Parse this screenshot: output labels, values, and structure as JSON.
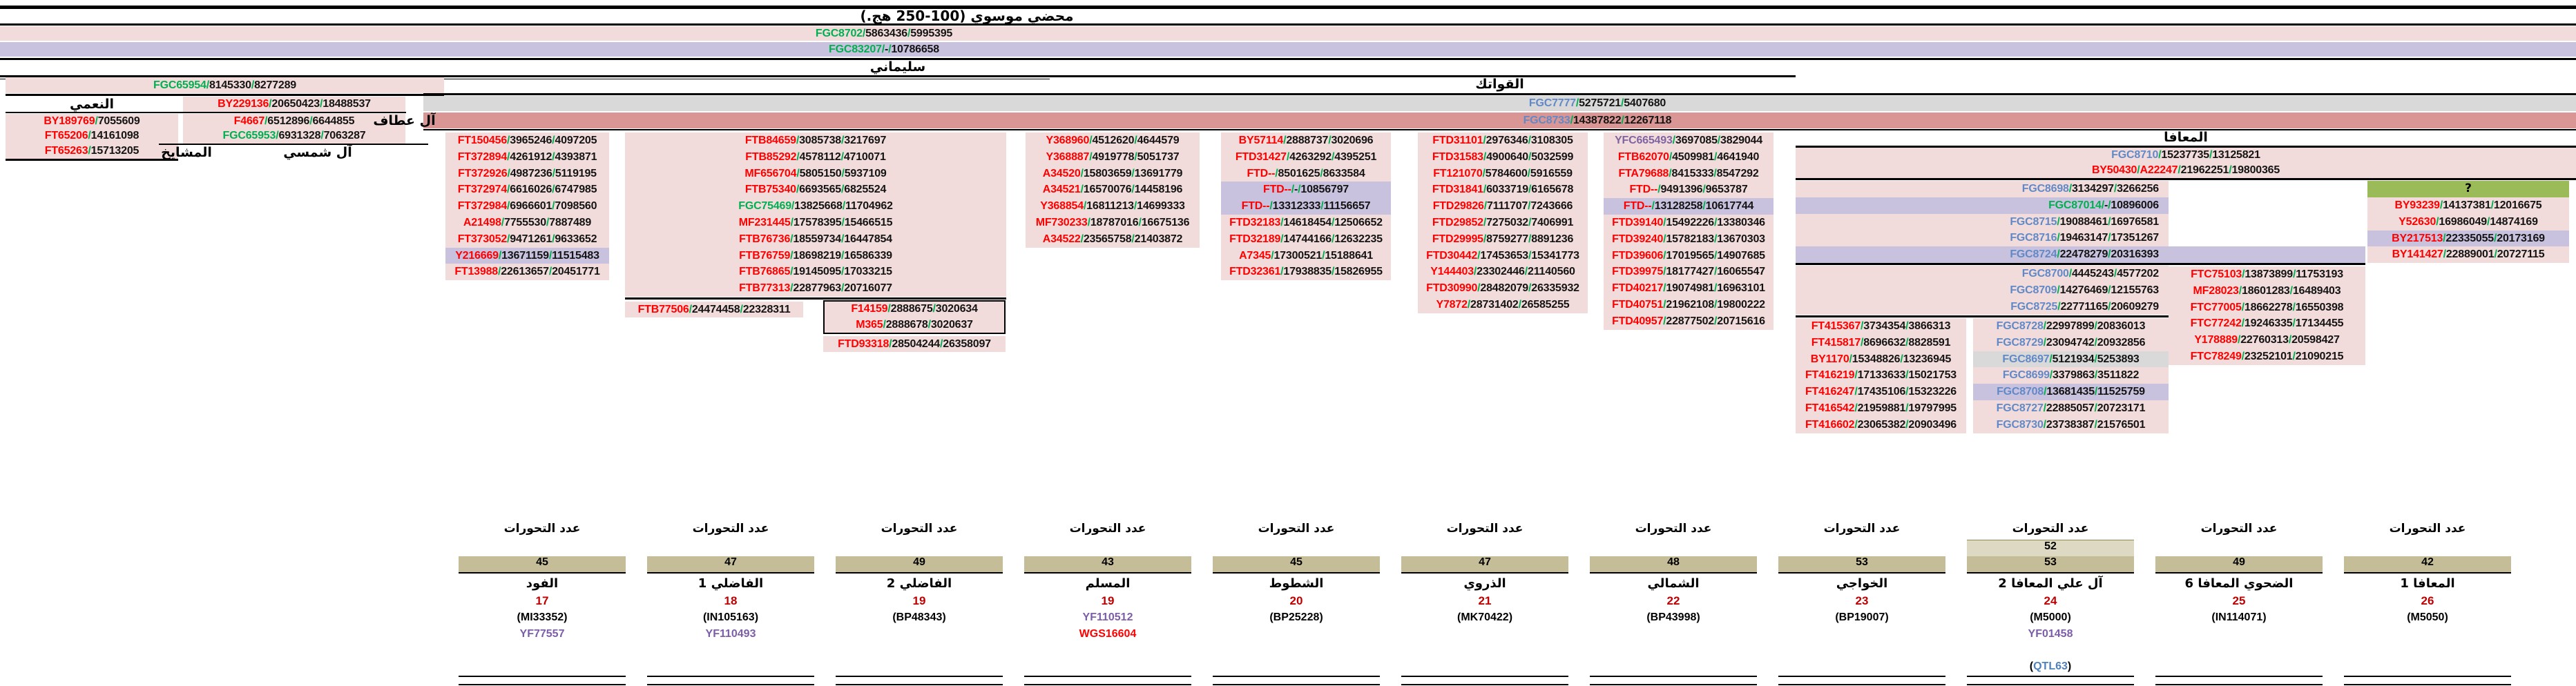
{
  "title": "محضي موسوي (100-250 هج.)",
  "question_mark": "?",
  "clades": {
    "sulaymani": "سليماني",
    "qawatik": "القواتك",
    "maafa_header": "المعافا",
    "naami": "النعمي",
    "al_attaf": "آل عطاف",
    "al_shamsi": "آل شمسي",
    "al_mashayikh": "المشايخ"
  },
  "top_rows": [
    {
      "n": "FGC8702",
      "c": "g",
      "v": [
        "5863436",
        "5995395"
      ]
    },
    {
      "n": "FGC83207",
      "c": "g",
      "v": [
        "-",
        "10786658"
      ]
    }
  ],
  "qawatik_rows": [
    {
      "n": "FGC7777",
      "c": "b",
      "v": [
        "5275721",
        "5407680"
      ]
    },
    {
      "n": "FGC8733",
      "c": "b",
      "v": [
        "14387822",
        "12267118"
      ]
    }
  ],
  "left_block": {
    "fgc65954": {
      "n": "FGC65954",
      "c": "g",
      "v": [
        "8145330",
        "8277289"
      ]
    },
    "by229136": {
      "n": "BY229136",
      "c": "r",
      "v": [
        "20650423",
        "18488537"
      ]
    },
    "naami_list": [
      {
        "n": "BY189769",
        "c": "r",
        "v": [
          "7055609"
        ]
      },
      {
        "n": "FT65206",
        "c": "r",
        "v": [
          "14161098"
        ]
      },
      {
        "n": "FT65263",
        "c": "r",
        "v": [
          "15713205"
        ]
      }
    ],
    "mid_list": [
      {
        "n": "F4667",
        "c": "r",
        "v": [
          "6512896",
          "6644855"
        ]
      },
      {
        "n": "FGC65953",
        "c": "g",
        "v": [
          "6931328",
          "7063287"
        ]
      }
    ]
  },
  "columns": {
    "colA": [
      {
        "n": "FT150456",
        "v": [
          "3965246",
          "4097205"
        ]
      },
      {
        "n": "FT372894",
        "v": [
          "4261912",
          "4393871"
        ]
      },
      {
        "n": "FT372926",
        "v": [
          "4987236",
          "5119195"
        ]
      },
      {
        "n": "FT372974",
        "v": [
          "6616026",
          "6747985"
        ]
      },
      {
        "n": "FT372984",
        "v": [
          "6966601",
          "7098560"
        ]
      },
      {
        "n": "A21498",
        "v": [
          "7755530",
          "7887489"
        ]
      },
      {
        "n": "FT373052",
        "v": [
          "9471261",
          "9633652"
        ]
      },
      {
        "n": "Y216669",
        "v": [
          "13671159",
          "11515483"
        ],
        "bg": "lv"
      },
      {
        "n": "FT13988",
        "v": [
          "22613657",
          "20451771"
        ]
      }
    ],
    "colB": [
      {
        "n": "FTB84659",
        "v": [
          "3085738",
          "3217697"
        ]
      },
      {
        "n": "FTB85292",
        "v": [
          "4578112",
          "4710071"
        ]
      },
      {
        "n": "MF656704",
        "v": [
          "5805150",
          "5937109"
        ]
      },
      {
        "n": "FTB75340",
        "v": [
          "6693565",
          "6825524"
        ]
      },
      {
        "n": "FGC75469",
        "c": "g",
        "v": [
          "13825668",
          "11704962"
        ]
      },
      {
        "n": "MF231445",
        "v": [
          "17578395",
          "15466515"
        ]
      },
      {
        "n": "FTB76736",
        "v": [
          "18559734",
          "16447854"
        ]
      },
      {
        "n": "FTB76759",
        "v": [
          "18698219",
          "16586339"
        ]
      },
      {
        "n": "FTB76865",
        "v": [
          "19145095",
          "17033215"
        ]
      },
      {
        "n": "FTB77313",
        "v": [
          "22877963",
          "20716077"
        ]
      }
    ],
    "ftb77506": {
      "n": "FTB77506",
      "v": [
        "24474458",
        "22328311"
      ]
    },
    "colB_box": [
      {
        "n": "F14159",
        "v": [
          "2888675",
          "3020634"
        ]
      },
      {
        "n": "M365",
        "v": [
          "2888678",
          "3020637"
        ]
      }
    ],
    "ftd93318": {
      "n": "FTD93318",
      "v": [
        "28504244",
        "26358097"
      ]
    },
    "colD": [
      {
        "n": "Y368960",
        "v": [
          "4512620",
          "4644579"
        ]
      },
      {
        "n": "Y368887",
        "v": [
          "4919778",
          "5051737"
        ]
      },
      {
        "n": "A34520",
        "v": [
          "15803659",
          "13691779"
        ]
      },
      {
        "n": "A34521",
        "v": [
          "16570076",
          "14458196"
        ]
      },
      {
        "n": "Y368854",
        "v": [
          "16811213",
          "14699333"
        ]
      },
      {
        "n": "MF730233",
        "v": [
          "18787016",
          "16675136"
        ]
      },
      {
        "n": "A34522",
        "v": [
          "23565758",
          "21403872"
        ]
      }
    ],
    "colE": [
      {
        "n": "BY57114",
        "v": [
          "2888737",
          "3020696"
        ]
      },
      {
        "n": "FTD31427",
        "v": [
          "4263292",
          "4395251"
        ]
      },
      {
        "n": "FTD--",
        "v": [
          "8501625",
          "8633584"
        ]
      },
      {
        "n": "FTD--",
        "v": [
          "-",
          "10856797"
        ],
        "bg": "lv"
      },
      {
        "n": "FTD--",
        "v": [
          "13312333",
          "11156657"
        ],
        "bg": "lv"
      },
      {
        "n": "FTD32183",
        "v": [
          "14618454",
          "12506652"
        ]
      },
      {
        "n": "FTD32189",
        "v": [
          "14744166",
          "12632235"
        ]
      },
      {
        "n": "A7345",
        "v": [
          "17300521",
          "15188641"
        ]
      },
      {
        "n": "FTD32361",
        "v": [
          "17938835",
          "15826955"
        ]
      }
    ],
    "colF": [
      {
        "n": "FTD31101",
        "v": [
          "2976346",
          "3108305"
        ]
      },
      {
        "n": "FTD31583",
        "v": [
          "4900640",
          "5032599"
        ]
      },
      {
        "n": "FT121070",
        "v": [
          "5784600",
          "5916559"
        ]
      },
      {
        "n": "FTD31841",
        "v": [
          "6033719",
          "6165678"
        ]
      },
      {
        "n": "FTD29826",
        "v": [
          "7111707",
          "7243666"
        ]
      },
      {
        "n": "FTD29852",
        "v": [
          "7275032",
          "7406991"
        ]
      },
      {
        "n": "FTD29995",
        "v": [
          "8759277",
          "8891236"
        ]
      },
      {
        "n": "FTD30442",
        "v": [
          "17453653",
          "15341773"
        ]
      },
      {
        "n": "Y144403",
        "v": [
          "23302446",
          "21140560"
        ]
      },
      {
        "n": "FTD30990",
        "v": [
          "28482079",
          "26335932"
        ]
      },
      {
        "n": "Y7872",
        "v": [
          "28731402",
          "26585255"
        ]
      }
    ],
    "colG": [
      {
        "n": "YFC665493",
        "c": "p",
        "v": [
          "3697085",
          "3829044"
        ]
      },
      {
        "n": "FTB62070",
        "v": [
          "4509981",
          "4641940"
        ]
      },
      {
        "n": "FTA79688",
        "v": [
          "8415333",
          "8547292"
        ]
      },
      {
        "n": "FTD--",
        "v": [
          "9491396",
          "9653787"
        ]
      },
      {
        "n": "FTD--",
        "v": [
          "13128258",
          "10617744"
        ],
        "bg": "lv"
      },
      {
        "n": "FTD39140",
        "v": [
          "15492226",
          "13380346"
        ]
      },
      {
        "n": "FTD39240",
        "v": [
          "15782183",
          "13670303"
        ]
      },
      {
        "n": "FTD39606",
        "v": [
          "17019565",
          "14907685"
        ]
      },
      {
        "n": "FTD39975",
        "v": [
          "18177427",
          "16065547"
        ]
      },
      {
        "n": "FTD40217",
        "v": [
          "19074981",
          "16963101"
        ]
      },
      {
        "n": "FTD40751",
        "v": [
          "21962108",
          "19800222"
        ]
      },
      {
        "n": "FTD40957",
        "v": [
          "22877502",
          "20715616"
        ]
      }
    ]
  },
  "maafa": {
    "rows": [
      {
        "n": "FGC8710",
        "c": "b",
        "v": [
          "15237735",
          "13125821"
        ]
      },
      {
        "n": "BY50430/A22247",
        "c": "r",
        "v": [
          "21962251",
          "19800365"
        ]
      }
    ],
    "colH_top": [
      {
        "n": "FGC8698",
        "c": "b",
        "v": [
          "3134297",
          "3266256"
        ]
      },
      {
        "n": "FGC87014",
        "c": "g",
        "v": [
          "-",
          "10896006"
        ],
        "bg": "lv"
      },
      {
        "n": "FGC8715",
        "c": "b",
        "v": [
          "19088461",
          "16976581"
        ]
      },
      {
        "n": "FGC8716",
        "c": "b",
        "v": [
          "19463147",
          "17351267"
        ]
      },
      {
        "n": "FGC8724",
        "c": "b",
        "v": [
          "22478279",
          "20316393"
        ],
        "bg": "lv"
      }
    ],
    "colH_mid": [
      {
        "n": "FGC8700",
        "c": "b",
        "v": [
          "4445243",
          "4577202"
        ]
      },
      {
        "n": "FGC8709",
        "c": "b",
        "v": [
          "14276469",
          "12155763"
        ]
      },
      {
        "n": "FGC8725",
        "c": "b",
        "v": [
          "22771165",
          "20609279"
        ]
      }
    ],
    "colI": [
      {
        "n": "FT415367",
        "v": [
          "3734354",
          "3866313"
        ]
      },
      {
        "n": "FT415817",
        "v": [
          "8696632",
          "8828591"
        ]
      },
      {
        "n": "BY1170",
        "v": [
          "15348826",
          "13236945"
        ]
      },
      {
        "n": "FT416219",
        "v": [
          "17133633",
          "15021753"
        ]
      },
      {
        "n": "FT416247",
        "v": [
          "17435106",
          "15323226"
        ]
      },
      {
        "n": "FT416542",
        "v": [
          "21959881",
          "19797995"
        ]
      },
      {
        "n": "FT416602",
        "v": [
          "23065382",
          "20903496"
        ]
      }
    ],
    "colH2": [
      {
        "n": "FGC8728",
        "c": "b",
        "v": [
          "22997899",
          "20836013"
        ]
      },
      {
        "n": "FGC8729",
        "c": "b",
        "v": [
          "23094742",
          "20932856"
        ]
      },
      {
        "n": "FGC8697",
        "c": "b",
        "v": [
          "5121934",
          "5253893"
        ],
        "bg": "gy"
      },
      {
        "n": "FGC8699",
        "c": "b",
        "v": [
          "3379863",
          "3511822"
        ]
      },
      {
        "n": "FGC8708",
        "c": "b",
        "v": [
          "13681435",
          "11525759"
        ],
        "bg": "lv"
      },
      {
        "n": "FGC8727",
        "c": "b",
        "v": [
          "22885057",
          "20723171"
        ]
      },
      {
        "n": "FGC8730",
        "c": "b",
        "v": [
          "23738387",
          "21576501"
        ]
      }
    ],
    "colJ": [
      {
        "n": "FTC75103",
        "v": [
          "13873899",
          "11753193"
        ]
      },
      {
        "n": "MF28023",
        "v": [
          "18601283",
          "16489403"
        ]
      },
      {
        "n": "FTC77005",
        "v": [
          "18662278",
          "16550398"
        ]
      },
      {
        "n": "FTC77242",
        "v": [
          "19246335",
          "17134455"
        ]
      },
      {
        "n": "Y178889",
        "v": [
          "22760313",
          "20598427"
        ]
      },
      {
        "n": "FTC78249",
        "v": [
          "23252101",
          "21090215"
        ]
      }
    ],
    "colK": [
      {
        "n": "BY93239",
        "v": [
          "14137381",
          "12016675"
        ]
      },
      {
        "n": "Y52630",
        "v": [
          "16986049",
          "14874169"
        ]
      },
      {
        "n": "BY217513",
        "v": [
          "22335055",
          "20173169"
        ],
        "bg": "lv"
      },
      {
        "n": "BY141427",
        "v": [
          "22889001",
          "20727115"
        ]
      }
    ]
  },
  "bottom": {
    "header": "عدد التحورات",
    "groups": [
      {
        "count": "45",
        "name": "الفود",
        "num": "17",
        "kit": "(MI33352)",
        "yf": "YF77557"
      },
      {
        "count": "47",
        "name": "الفاضلي 1",
        "num": "18",
        "kit": "(IN105163)",
        "yf": "YF110493"
      },
      {
        "count": "49",
        "name": "الفاضلي 2",
        "num": "19",
        "kit": "(BP48343)"
      },
      {
        "count": "43",
        "name": "المسلم",
        "num": "19",
        "yf": "YF110512",
        "extra": "WGS16604"
      },
      {
        "count": "45",
        "name": "الشطوط",
        "num": "20",
        "kit": "(BP25228)"
      },
      {
        "count": "47",
        "name": "الذروي",
        "num": "21",
        "kit": "(MK70422)"
      },
      {
        "count": "48",
        "name": "الشمالي",
        "num": "22",
        "kit": "(BP43998)"
      },
      {
        "count": "53",
        "name": "الخواجي",
        "num": "23",
        "kit": "(BP19007)"
      },
      {
        "pre": "52",
        "count": "53",
        "name": "آل علي المعافا 2",
        "num": "24",
        "kit": "(M5000)",
        "yf": "YF01458",
        "qtl": "QTL63"
      },
      {
        "count": "49",
        "name": "الضحوي المعافا 6",
        "num": "25",
        "kit": "(IN114071)"
      },
      {
        "count": "42",
        "name": "المعافا 1",
        "num": "26",
        "kit": "(M5050)"
      }
    ]
  },
  "colors": {
    "pink": "#f2dcdb",
    "lav": "#c9c2df",
    "gray": "#d9d9d9",
    "rose": "#d99694",
    "khaki": "#c4bd97",
    "cream": "#ddd9c3",
    "qgreen": "#9bbb59",
    "red": "#ff0000",
    "green": "#00b050",
    "blue": "#6189c7",
    "purple": "#8064a2",
    "ordred": "#c00000",
    "yf": "#7c5da8",
    "qtl": "#4f81bd"
  }
}
